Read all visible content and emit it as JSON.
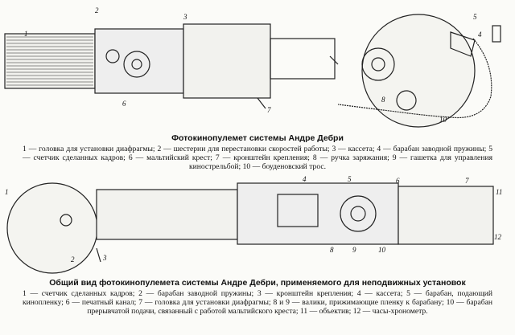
{
  "figure1": {
    "labels": [
      "1",
      "2",
      "3",
      "4",
      "5",
      "6",
      "7",
      "8",
      "10"
    ],
    "title": "Фотокинопулемет системы Андре Дебри",
    "caption": "1 — головка для установки диафрагмы; 2 — шестерни для перестановки скоростей работы; 3 — кассета; 4 — барабан заводной пружины; 5 — счетчик сделанных кадров; 6 — мальтийский крест; 7 — кронштейн крепления; 8 — ручка заряжания; 9 — гашетка для управления кинострельбой; 10 — боуденовский трос."
  },
  "figure2": {
    "labels": [
      "1",
      "2",
      "3",
      "4",
      "5",
      "6",
      "7",
      "8",
      "9",
      "10",
      "11",
      "12"
    ],
    "title": "Общий вид фотокинопулемета системы Андре Дебри, применяемого для неподвижных установок",
    "caption": "1 — счетчик сделанных кадров; 2 — барабан заводной пружины; 3 — кронштейн крепления; 4 — кассета; 5 — барабан, подающий кинопленку; 6 — печатный канал; 7 — головка для установки диафрагмы; 8 и 9 — валики, прижимающие пленку к барабану; 10 — барабан прерывчатой подачи, связанный с работой мальтийского креста; 11 — объектив; 12 — часы-хронометр."
  }
}
